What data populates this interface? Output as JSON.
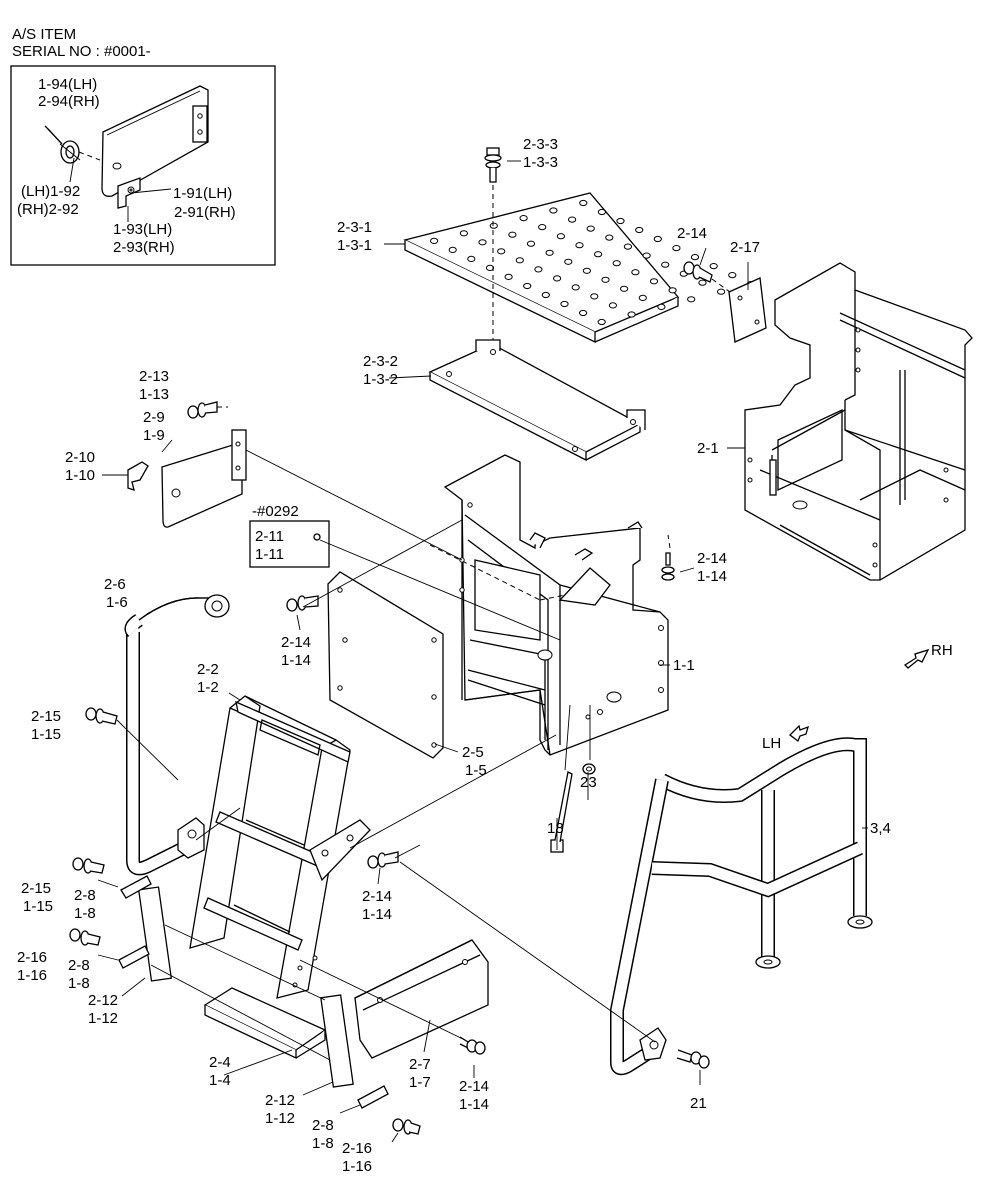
{
  "header": {
    "line1": "A/S ITEM",
    "line2": "SERIAL NO : #0001-"
  },
  "inset_labels": {
    "p194": "1-94(LH)",
    "p294": "2-94(RH)",
    "lh192": "(LH)1-92",
    "rh292": "(RH)2-92",
    "p191": "1-91(LH)",
    "p291": "2-91(RH)",
    "p193": "1-93(LH)",
    "p293": "2-93(RH)"
  },
  "serial_note": "-#0292",
  "boxed_labels": {
    "a": "2-11",
    "b": "1-11"
  },
  "labels": {
    "l233": "2-3-3",
    "l133": "1-3-3",
    "l231": "2-3-1",
    "l131": "1-3-1",
    "l232": "2-3-2",
    "l132": "1-3-2",
    "l214a": "2-14",
    "l217": "2-17",
    "l213": "2-13",
    "l113": "1-13",
    "l29": "2-9",
    "l19": "1-9",
    "l210": "2-10",
    "l110": "1-10",
    "l21": "2-1",
    "l214b": "2-14",
    "l114b": "1-14",
    "l26": "2-6",
    "l16": "1-6",
    "l214c": "2-14",
    "l114c": "1-14",
    "l22": "2-2",
    "l12": "1-2",
    "l11": "1-1",
    "rh": "RH",
    "lh": "LH",
    "l215a": "2-15",
    "l115a": "1-15",
    "l25": "2-5",
    "l15": "1-5",
    "l18": "18",
    "l23": "23",
    "l34": "3,4",
    "l214d": "2-14",
    "l114d": "1-14",
    "l215b": "2-15",
    "l115b": "1-15",
    "l28a": "2-8",
    "l18a": "1-8",
    "l216a": "2-16",
    "l116a": "1-16",
    "l28b": "2-8",
    "l18b": "1-8",
    "l212a": "2-12",
    "l112a": "1-12",
    "l24": "2-4",
    "l14": "1-4",
    "l27": "2-7",
    "l17": "1-7",
    "l214e": "2-14",
    "l114e": "1-14",
    "l21n": "21",
    "l212b": "2-12",
    "l112b": "1-12",
    "l28c": "2-8",
    "l18c": "1-8",
    "l216b": "2-16",
    "l116b": "1-16"
  }
}
